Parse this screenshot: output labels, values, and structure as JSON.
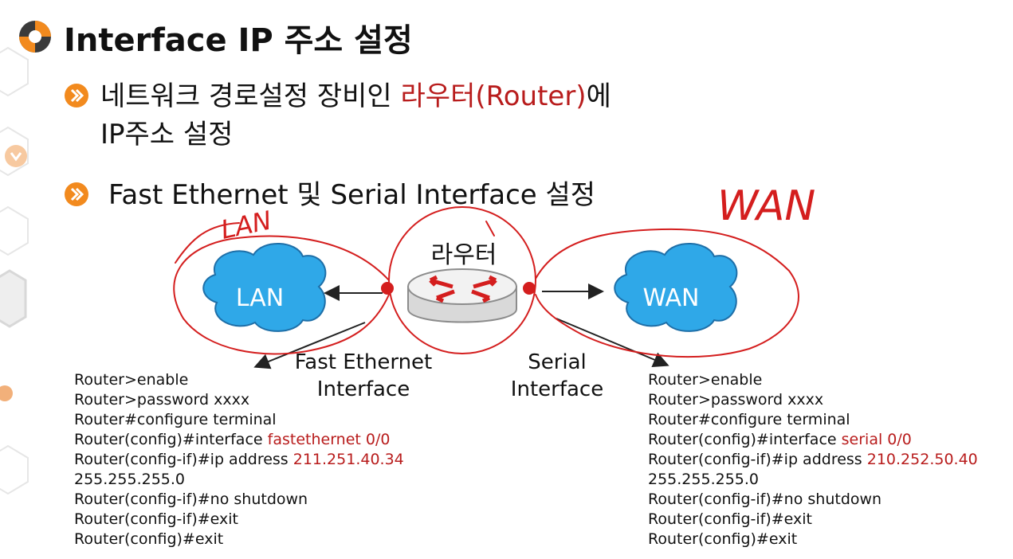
{
  "slide": {
    "title": "Interface IP 주소 설정",
    "bullets": [
      {
        "line1_prefix": "네트워크 경로설정 장비인 ",
        "line1_accent": "라우터(Router)",
        "line1_suffix": "에",
        "line2": "IP주소 설정"
      },
      {
        "text": "Fast Ethernet 및 Serial Interface 설정"
      }
    ]
  },
  "diagram": {
    "router_label": "라우터",
    "lan_label": "LAN",
    "wan_label": "WAN",
    "fast_ethernet_label_l1": "Fast Ethernet",
    "fast_ethernet_label_l2": "Interface",
    "serial_label_l1": "Serial",
    "serial_label_l2": "Interface",
    "handwriting": {
      "lan": "LAN",
      "wan": "WAN"
    }
  },
  "config_left": [
    {
      "text": "Router>enable"
    },
    {
      "text": "Router>password xxxx"
    },
    {
      "text": "Router#configure terminal"
    },
    {
      "text": "Router(config)#interface ",
      "accent": "fastethernet 0/0"
    },
    {
      "text": "Router(config-if)#ip address ",
      "accent": "211.251.40.34"
    },
    {
      "text": "255.255.255.0"
    },
    {
      "text": "Router(config-if)#no shutdown"
    },
    {
      "text": "Router(config-if)#exit"
    },
    {
      "text": "Router(config)#exit"
    }
  ],
  "config_right": [
    {
      "text": "Router>enable"
    },
    {
      "text": "Router>password xxxx"
    },
    {
      "text": "Router#configure terminal"
    },
    {
      "text": "Router(config)#interface ",
      "accent": "serial 0/0"
    },
    {
      "text": "Router(config-if)#ip address ",
      "accent": "210.252.50.40"
    },
    {
      "text": "255.255.255.0"
    },
    {
      "text": "Router(config-if)#no shutdown"
    },
    {
      "text": "Router(config-if)#exit"
    },
    {
      "text": "Router(config)#exit"
    }
  ],
  "colors": {
    "accent": "#b81c1c",
    "bullet_orange": "#f28a1e",
    "cloud_blue": "#2fa8e8",
    "ink_red": "#d41e1e"
  }
}
